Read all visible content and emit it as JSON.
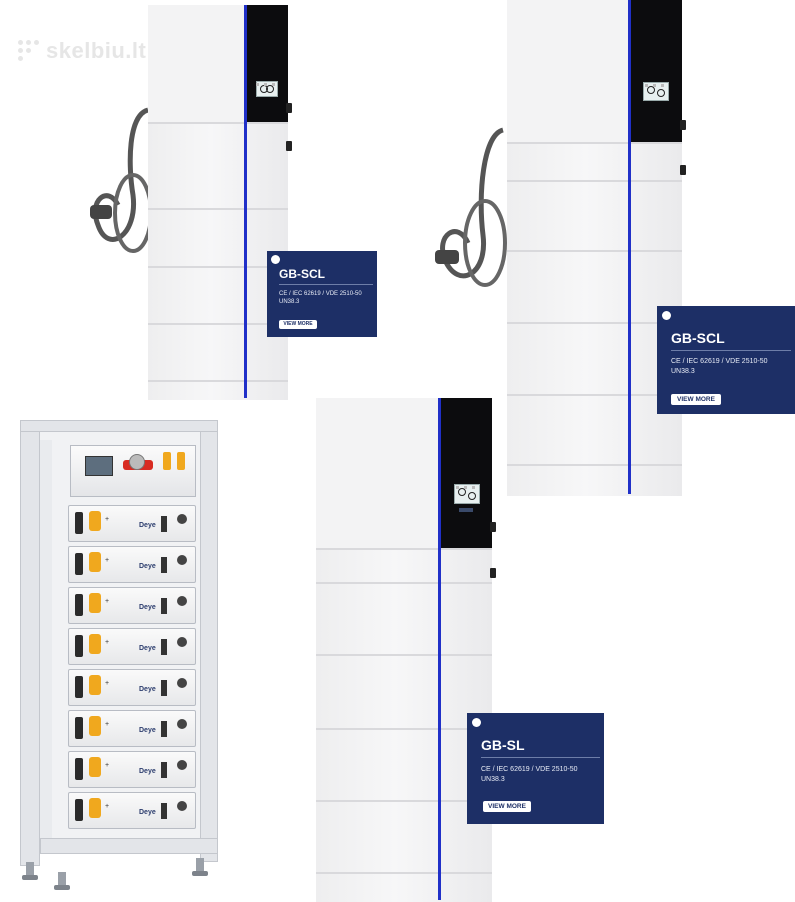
{
  "watermark": {
    "text": "skelbiu.lt"
  },
  "colors": {
    "card_bg": "#1d2f66",
    "accent_line": "#2030c8",
    "battery_plug": "#f0a81e",
    "breaker": "#d82b22"
  },
  "cards": [
    {
      "id": "top-left",
      "title": "GB-SCL",
      "certs": "CE  /  IEC 62619  /  VDE 2510-50",
      "un": "UN38.3",
      "button": "VIEW MORE"
    },
    {
      "id": "top-right",
      "title": "GB-SCL",
      "certs": "CE  /  IEC 62619  /  VDE 2510-50",
      "un": "UN38.3",
      "button": "VIEW MORE"
    },
    {
      "id": "bottom-center",
      "title": "GB-SL",
      "certs": "CE  /  IEC 62619  /  VDE 2510-50",
      "un": "UN38.3",
      "button": "VIEW MORE"
    }
  ],
  "rack": {
    "battery_brand": "Deye",
    "battery_count": 8
  }
}
